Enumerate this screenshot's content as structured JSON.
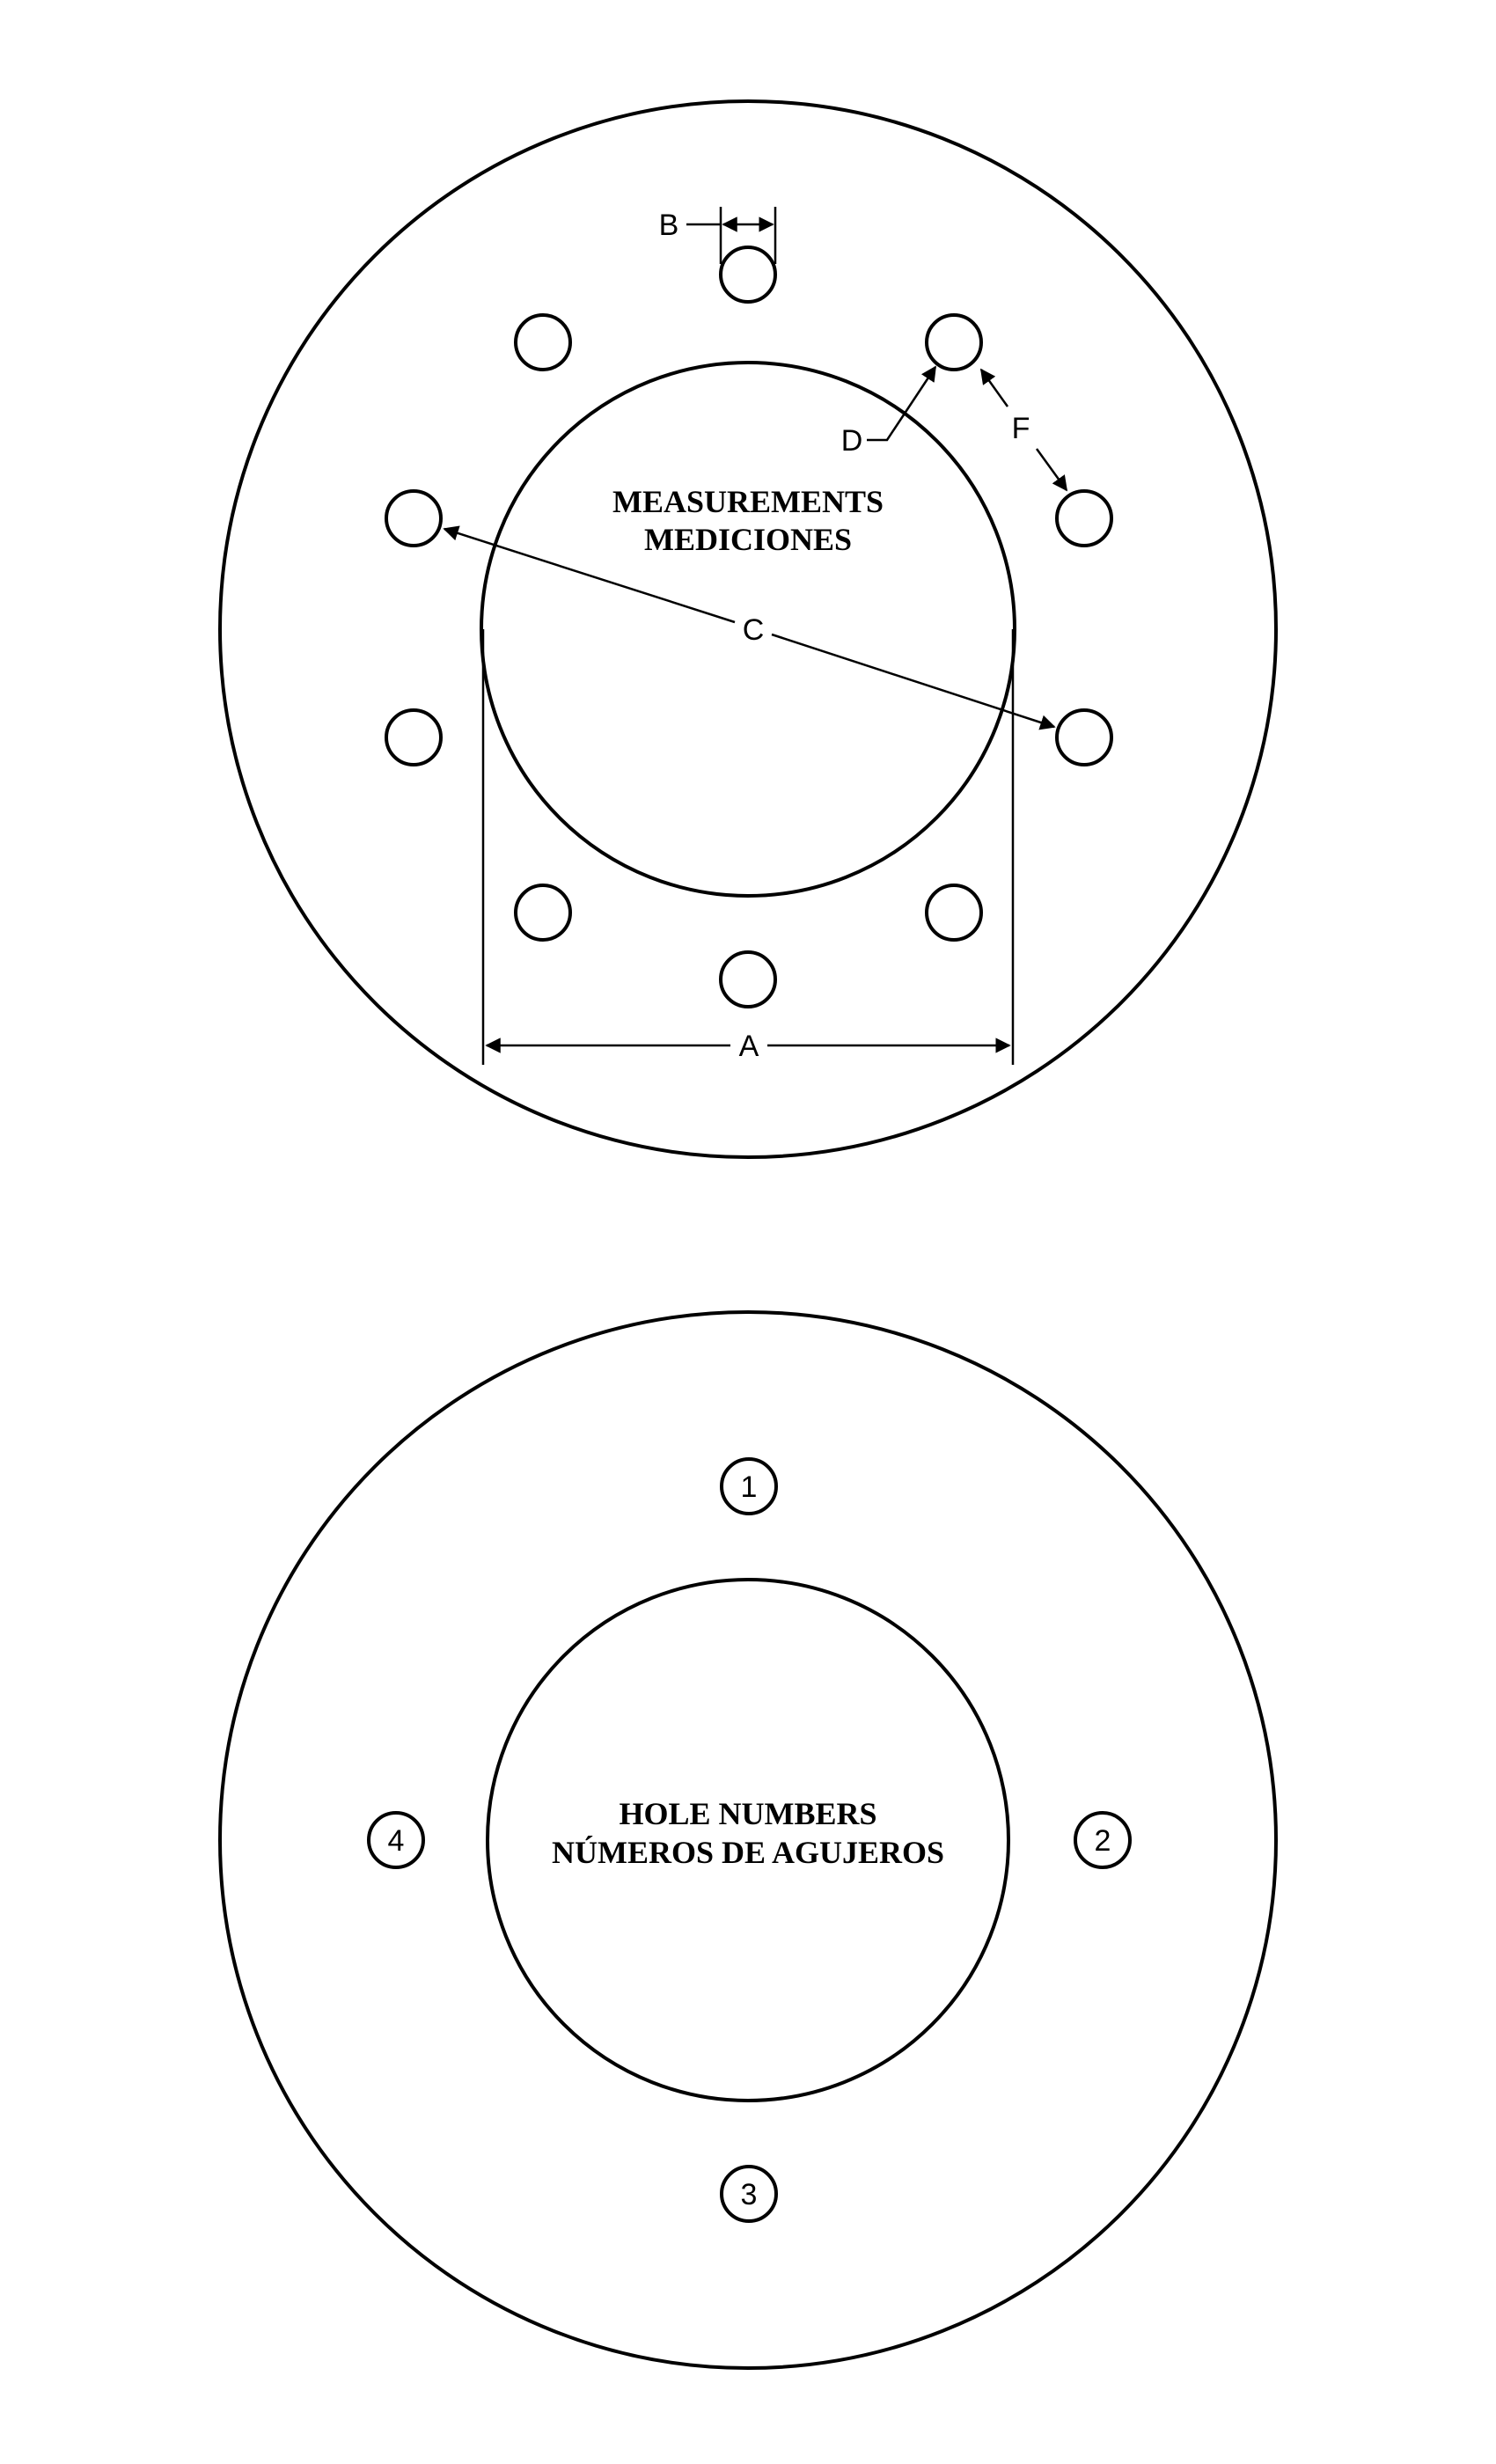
{
  "measurements": {
    "title_line1": "MEASUREMENTS",
    "title_line2": "MEDICIONES",
    "labels": {
      "a": "A",
      "b": "B",
      "c": "C",
      "d": "D",
      "f": "F"
    }
  },
  "hole_numbers": {
    "title_line1": "HOLE NUMBERS",
    "title_line2": "NÚMEROS DE AGUJEROS",
    "holes": [
      "1",
      "2",
      "3",
      "4"
    ]
  }
}
